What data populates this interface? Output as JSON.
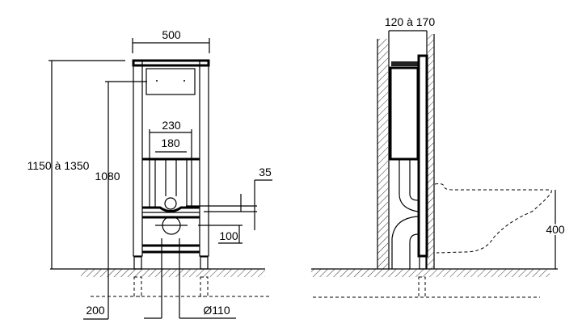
{
  "front_view": {
    "width": "500",
    "height_range": "1150 à 1350",
    "height_flush": "1080",
    "bolt_spacing_outer": "230",
    "bolt_spacing_inner": "180",
    "offset_35": "35",
    "offset_100": "100",
    "depth_200": "200",
    "pipe_diameter": "Ø110"
  },
  "side_view": {
    "wall_depth": "120 à 170",
    "bowl_height": "400"
  }
}
